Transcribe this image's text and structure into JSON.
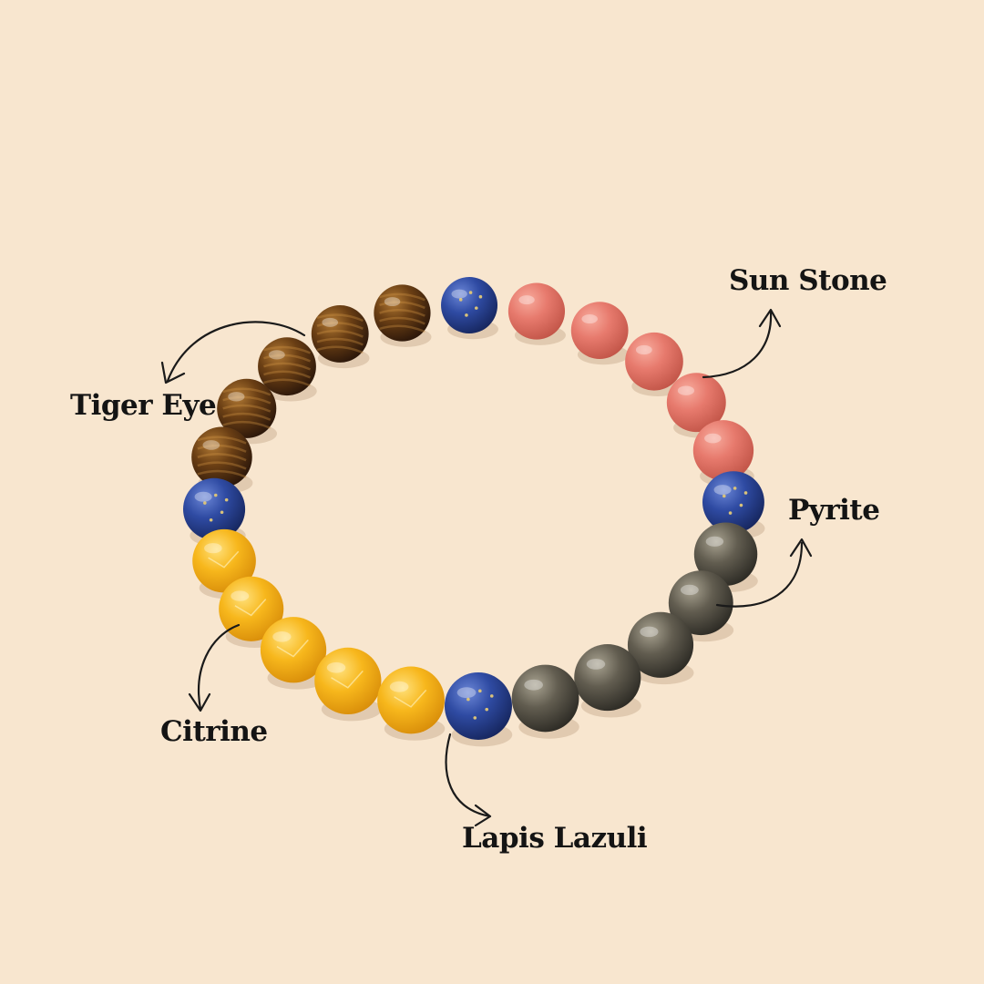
{
  "background_color": "#f8e6cf",
  "labels": {
    "sun_stone": "Sun Stone",
    "tiger_eye": "Tiger Eye",
    "pyrite": "Pyrite",
    "citrine": "Citrine",
    "lapis_lazuli": "Lapis Lazuli"
  },
  "stone_colors": {
    "tiger_eye": "#6b3f14",
    "lapis_lazuli": "#2c4aa0",
    "sun_stone": "#e7786c",
    "pyrite": "#5c574b",
    "citrine": "#f5b418"
  },
  "bracelet": {
    "bead_sequence": [
      "lapis_lazuli",
      "sun_stone",
      "sun_stone",
      "sun_stone",
      "sun_stone",
      "sun_stone",
      "lapis_lazuli",
      "pyrite",
      "pyrite",
      "pyrite",
      "pyrite",
      "pyrite",
      "lapis_lazuli",
      "citrine",
      "citrine",
      "citrine",
      "citrine",
      "citrine",
      "lapis_lazuli",
      "tiger_eye",
      "tiger_eye",
      "tiger_eye",
      "tiger_eye",
      "tiger_eye"
    ]
  }
}
